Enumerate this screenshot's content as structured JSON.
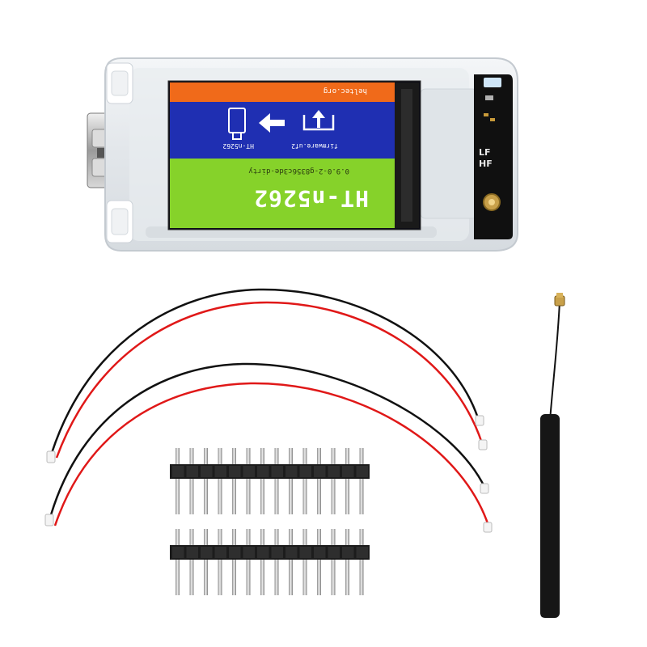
{
  "screen": {
    "url": "heltec.org",
    "device_label": "HT-n5262",
    "file_label": "firmware.uf2",
    "version": "0.9.0-2-g8356c3de-dirty",
    "model_title": "HT-n5262",
    "colors": {
      "top_bar": "#f06a1a",
      "blue_band": "#1f2fb2",
      "green_band": "#86d22a"
    }
  },
  "pcb": {
    "label_lf": "LF",
    "label_hf": "HF"
  },
  "pin_headers": {
    "count": 2,
    "pins_per_header": 14
  },
  "cables": {
    "count": 2,
    "wire_colors": [
      "#111111",
      "#e01818"
    ]
  }
}
